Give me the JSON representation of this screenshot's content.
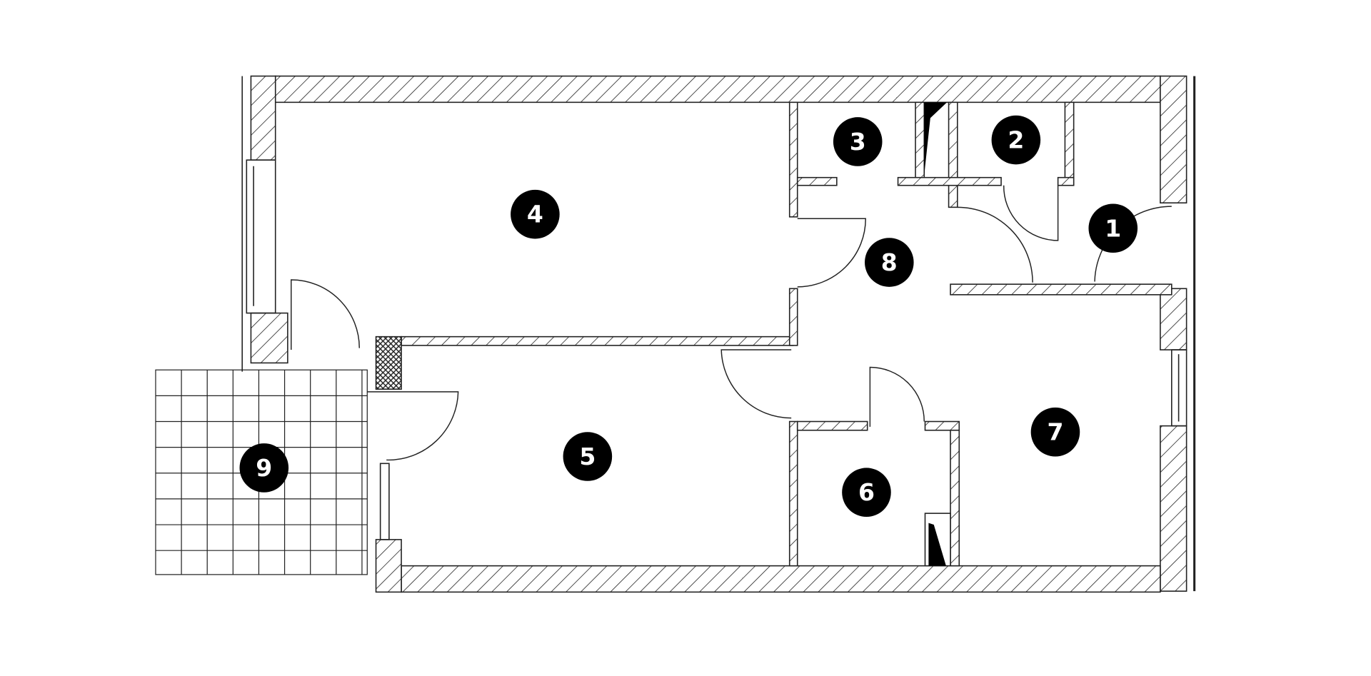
{
  "title": "Apartment floor plan",
  "rooms": [
    {
      "label": "1"
    },
    {
      "label": "2"
    },
    {
      "label": "3"
    },
    {
      "label": "4"
    },
    {
      "label": "5"
    },
    {
      "label": "6"
    },
    {
      "label": "7"
    },
    {
      "label": "8"
    },
    {
      "label": "9"
    }
  ],
  "colors": {
    "line": "#222222",
    "marker": "#000000",
    "marker_text": "#ffffff"
  }
}
